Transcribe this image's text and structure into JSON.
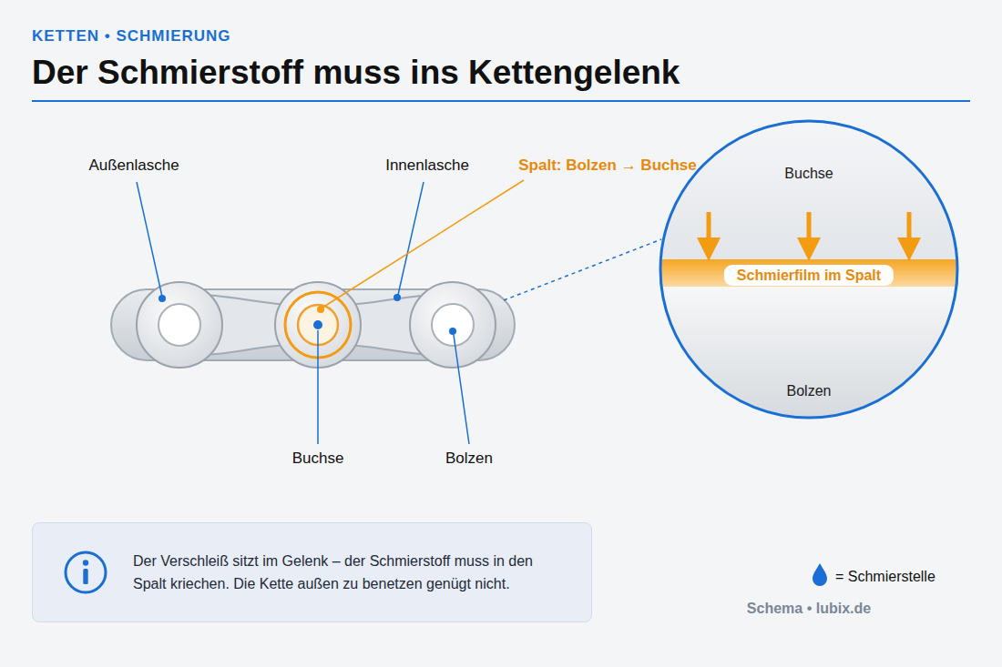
{
  "diagram": {
    "title": "Der Schmierstoff muss ins Kettengelenk",
    "nodes": [
      {
        "text": [
          "Buchse",
          "Schmierfilm im Spalt",
          "Bolzen"
        ]
      },
      {
        "text": [
          "Der Verschleiß sitzt im Gelenk – der Schmierstoff muss in den Spalt kriechen. Die Kette außen zu benetzen genügt nicht."
        ]
      }
    ],
    "labels": [
      "KETTEN • SCHMIERUNG",
      "Außenlasche",
      "Innenlasche",
      "Spalt: Bolzen → Buchse",
      "Buchse",
      "Bolzen",
      "Schema • lubix.de"
    ],
    "legend": [
      {
        "text": "= Schmierstelle"
      }
    ]
  }
}
